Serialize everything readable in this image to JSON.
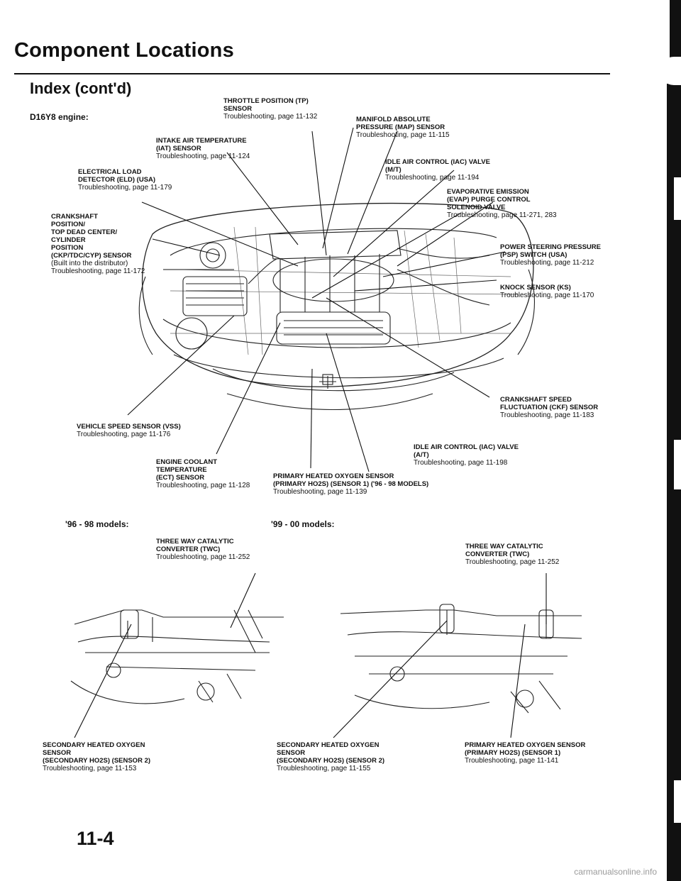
{
  "page": {
    "title": "Component Locations",
    "subtitle": "Index (cont'd)",
    "engine_label": "D16Y8 engine:",
    "models_96_98": "'96 - 98 models:",
    "models_99_00": "'99 - 00 models:",
    "page_number": "11-4",
    "watermark": "carmanualsonline.info"
  },
  "labels": {
    "tp": {
      "name": "THROTTLE POSITION (TP)\nSENSOR",
      "trouble": "Troubleshooting, page 11-132"
    },
    "map": {
      "name": "MANIFOLD ABSOLUTE\nPRESSURE (MAP) SENSOR",
      "trouble": "Troubleshooting, page 11-115"
    },
    "iat": {
      "name": "INTAKE AIR TEMPERATURE\n(IAT) SENSOR",
      "trouble": "Troubleshooting, page 11-124"
    },
    "iac_mt": {
      "name": "IDLE AIR CONTROL (IAC) VALVE\n(M/T)",
      "trouble": "Troubleshooting, page 11-194"
    },
    "eld": {
      "name": "ELECTRICAL LOAD\nDETECTOR (ELD) (USA)",
      "trouble": "Troubleshooting, page 11-179"
    },
    "evap": {
      "name": "EVAPORATIVE EMISSION\n(EVAP) PURGE CONTROL\nSOLENOID VALVE",
      "trouble": "Troubleshooting, page 11-271, 283"
    },
    "ckp": {
      "name": "CRANKSHAFT\nPOSITION/\nTOP DEAD CENTER/\nCYLINDER\nPOSITION\n(CKP/TDC/CYP) SENSOR",
      "note": "(Built into the distributor)",
      "trouble": "Troubleshooting, page 11-172"
    },
    "psp": {
      "name": "POWER STEERING PRESSURE\n(PSP) SWITCH (USA)",
      "trouble": "Troubleshooting, page 11-212"
    },
    "ks": {
      "name": "KNOCK SENSOR (KS)",
      "trouble": "Troubleshooting, page 11-170"
    },
    "ckf": {
      "name": "CRANKSHAFT SPEED\nFLUCTUATION (CKF) SENSOR",
      "trouble": "Troubleshooting, page 11-183"
    },
    "vss": {
      "name": "VEHICLE SPEED SENSOR (VSS)",
      "trouble": "Troubleshooting, page 11-176"
    },
    "iac_at": {
      "name": "IDLE AIR CONTROL (IAC) VALVE\n(A/T)",
      "trouble": "Troubleshooting, page 11-198"
    },
    "ect": {
      "name": "ENGINE COOLANT\nTEMPERATURE\n(ECT) SENSOR",
      "trouble": "Troubleshooting, page 11-128"
    },
    "ho2s1": {
      "name": "PRIMARY HEATED OXYGEN SENSOR\n(PRIMARY HO2S) (SENSOR 1) ('96 - 98 models)",
      "trouble": "Troubleshooting, page 11-139"
    },
    "twc_a": {
      "name": "THREE WAY CATALYTIC\nCONVERTER (TWC)",
      "trouble": "Troubleshooting, page 11-252"
    },
    "twc_b": {
      "name": "THREE WAY CATALYTIC\nCONVERTER (TWC)",
      "trouble": "Troubleshooting, page 11-252"
    },
    "ho2s2_a": {
      "name": "SECONDARY HEATED OXYGEN\nSENSOR\n(SECONDARY HO2S) (SENSOR 2)",
      "trouble": "Troubleshooting, page 11-153"
    },
    "ho2s2_b": {
      "name": "SECONDARY HEATED OXYGEN\nSENSOR\n(SECONDARY HO2S) (SENSOR 2)",
      "trouble": "Troubleshooting, page 11-155"
    },
    "ho2s1_b": {
      "name": "PRIMARY HEATED OXYGEN SENSOR\n(PRIMARY HO2S) (SENSOR 1)",
      "trouble": "Troubleshooting, page 11-141"
    }
  }
}
